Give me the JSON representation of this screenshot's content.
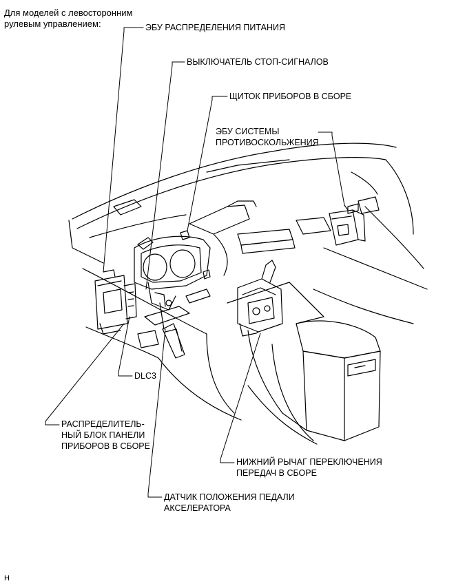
{
  "note": [
    "Для моделей с левосторонним",
    "рулевым управлением:"
  ],
  "labels": {
    "power_ecu": "ЭБУ РАСПРЕДЕЛЕНИЯ ПИТАНИЯ",
    "stop_switch": "ВЫКЛЮЧАТЕЛЬ СТОП-СИГНАЛОВ",
    "cluster": "ЩИТОК ПРИБОРОВ В СБОРЕ",
    "skid_ecu": [
      "ЭБУ СИСТЕМЫ",
      "ПРОТИВОСКОЛЬЖЕНИЯ"
    ],
    "dlc3": "DLC3",
    "junction_block": [
      "РАСПРЕДЕЛИТЕЛЬ-",
      "НЫЙ БЛОК ПАНЕЛИ",
      "ПРИБОРОВ В СБОРЕ"
    ],
    "shift_lever": [
      "НИЖНИЙ РЫЧАГ ПЕРЕКЛЮЧЕНИЯ",
      "ПЕРЕДАЧ В СБОРЕ"
    ],
    "accel_sensor": [
      "ДАТЧИК ПОЛОЖЕНИЯ ПЕДАЛИ",
      "АКСЕЛЕРАТОРА"
    ]
  },
  "corner_mark": "H"
}
